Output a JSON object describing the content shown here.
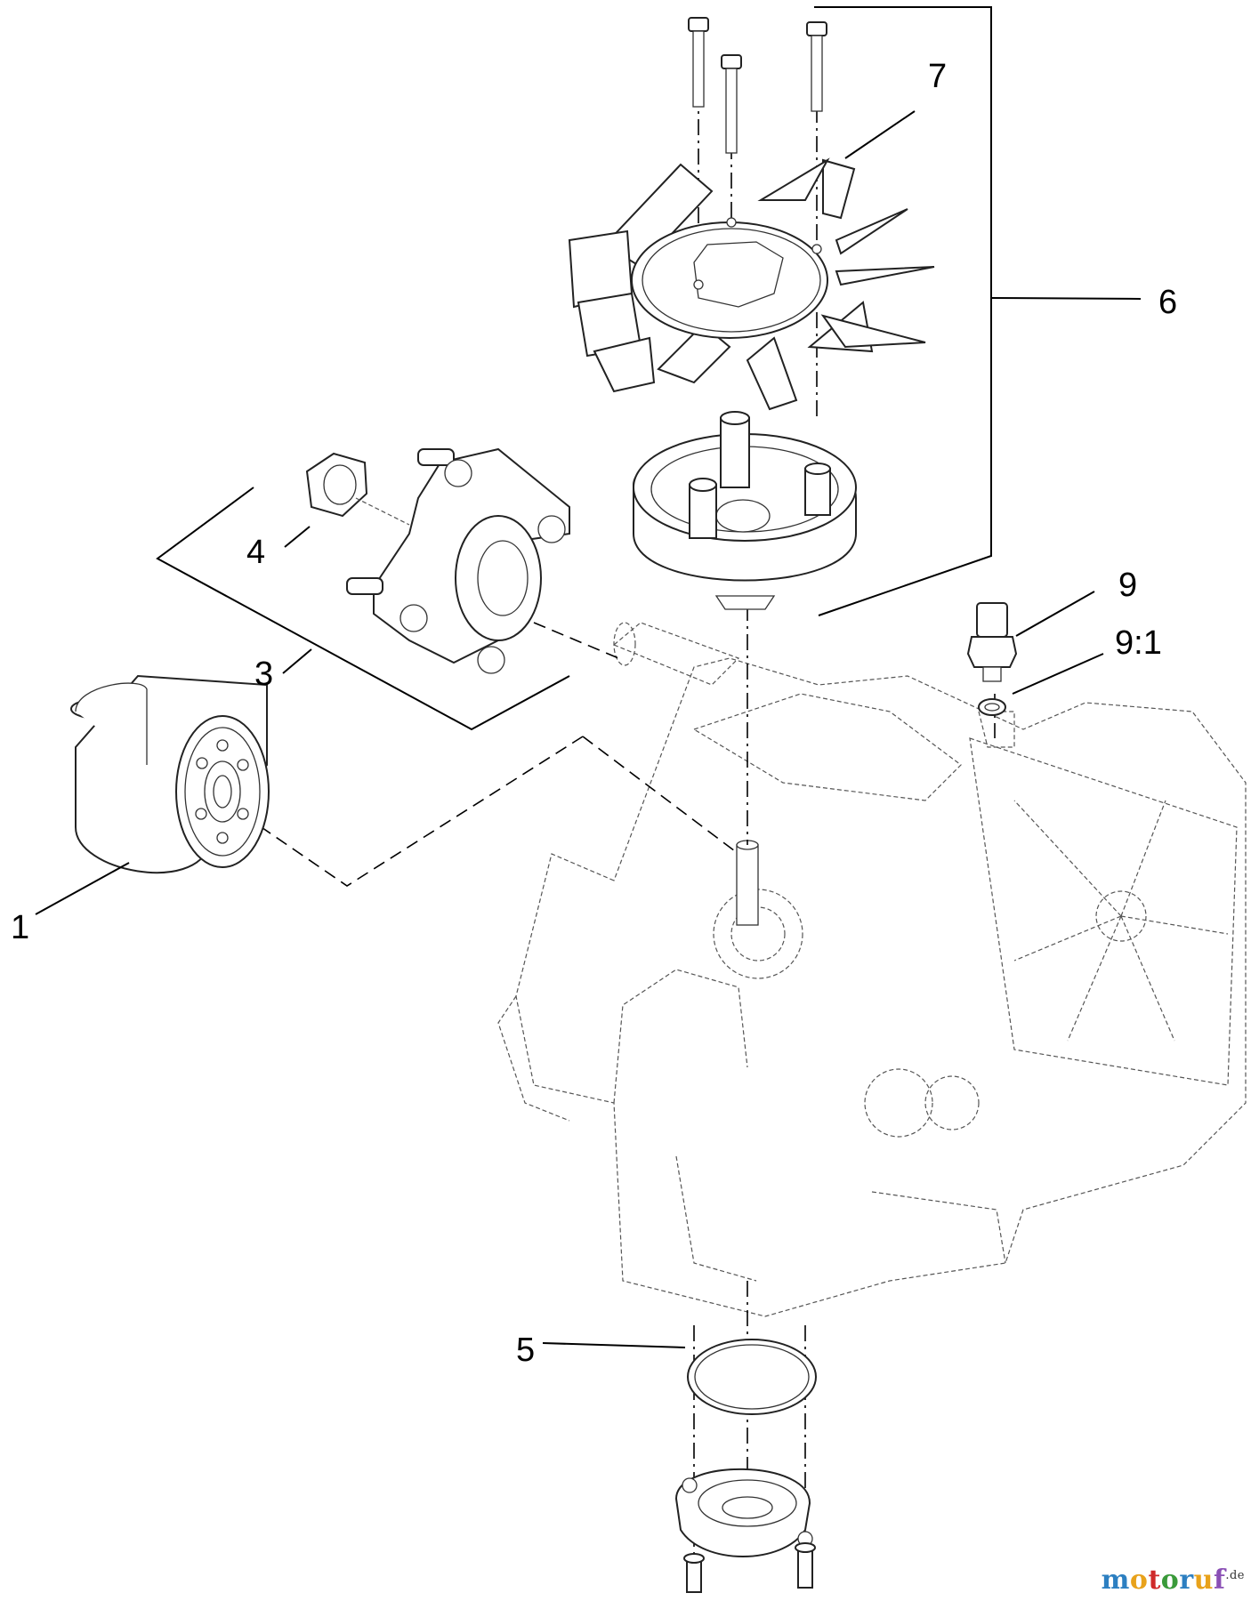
{
  "callouts": {
    "c1": "1",
    "c3": "3",
    "c4": "4",
    "c5": "5",
    "c6": "6",
    "c7": "7",
    "c9": "9",
    "c91": "9:1"
  },
  "watermark": {
    "name": "motoruf",
    "suffix": ".de",
    "letter_colors": [
      "#2c7fc1",
      "#e8a21b",
      "#cf2a2a",
      "#3a9a3a",
      "#2c7fc1",
      "#e8a21b",
      "#8a4fb5"
    ]
  }
}
